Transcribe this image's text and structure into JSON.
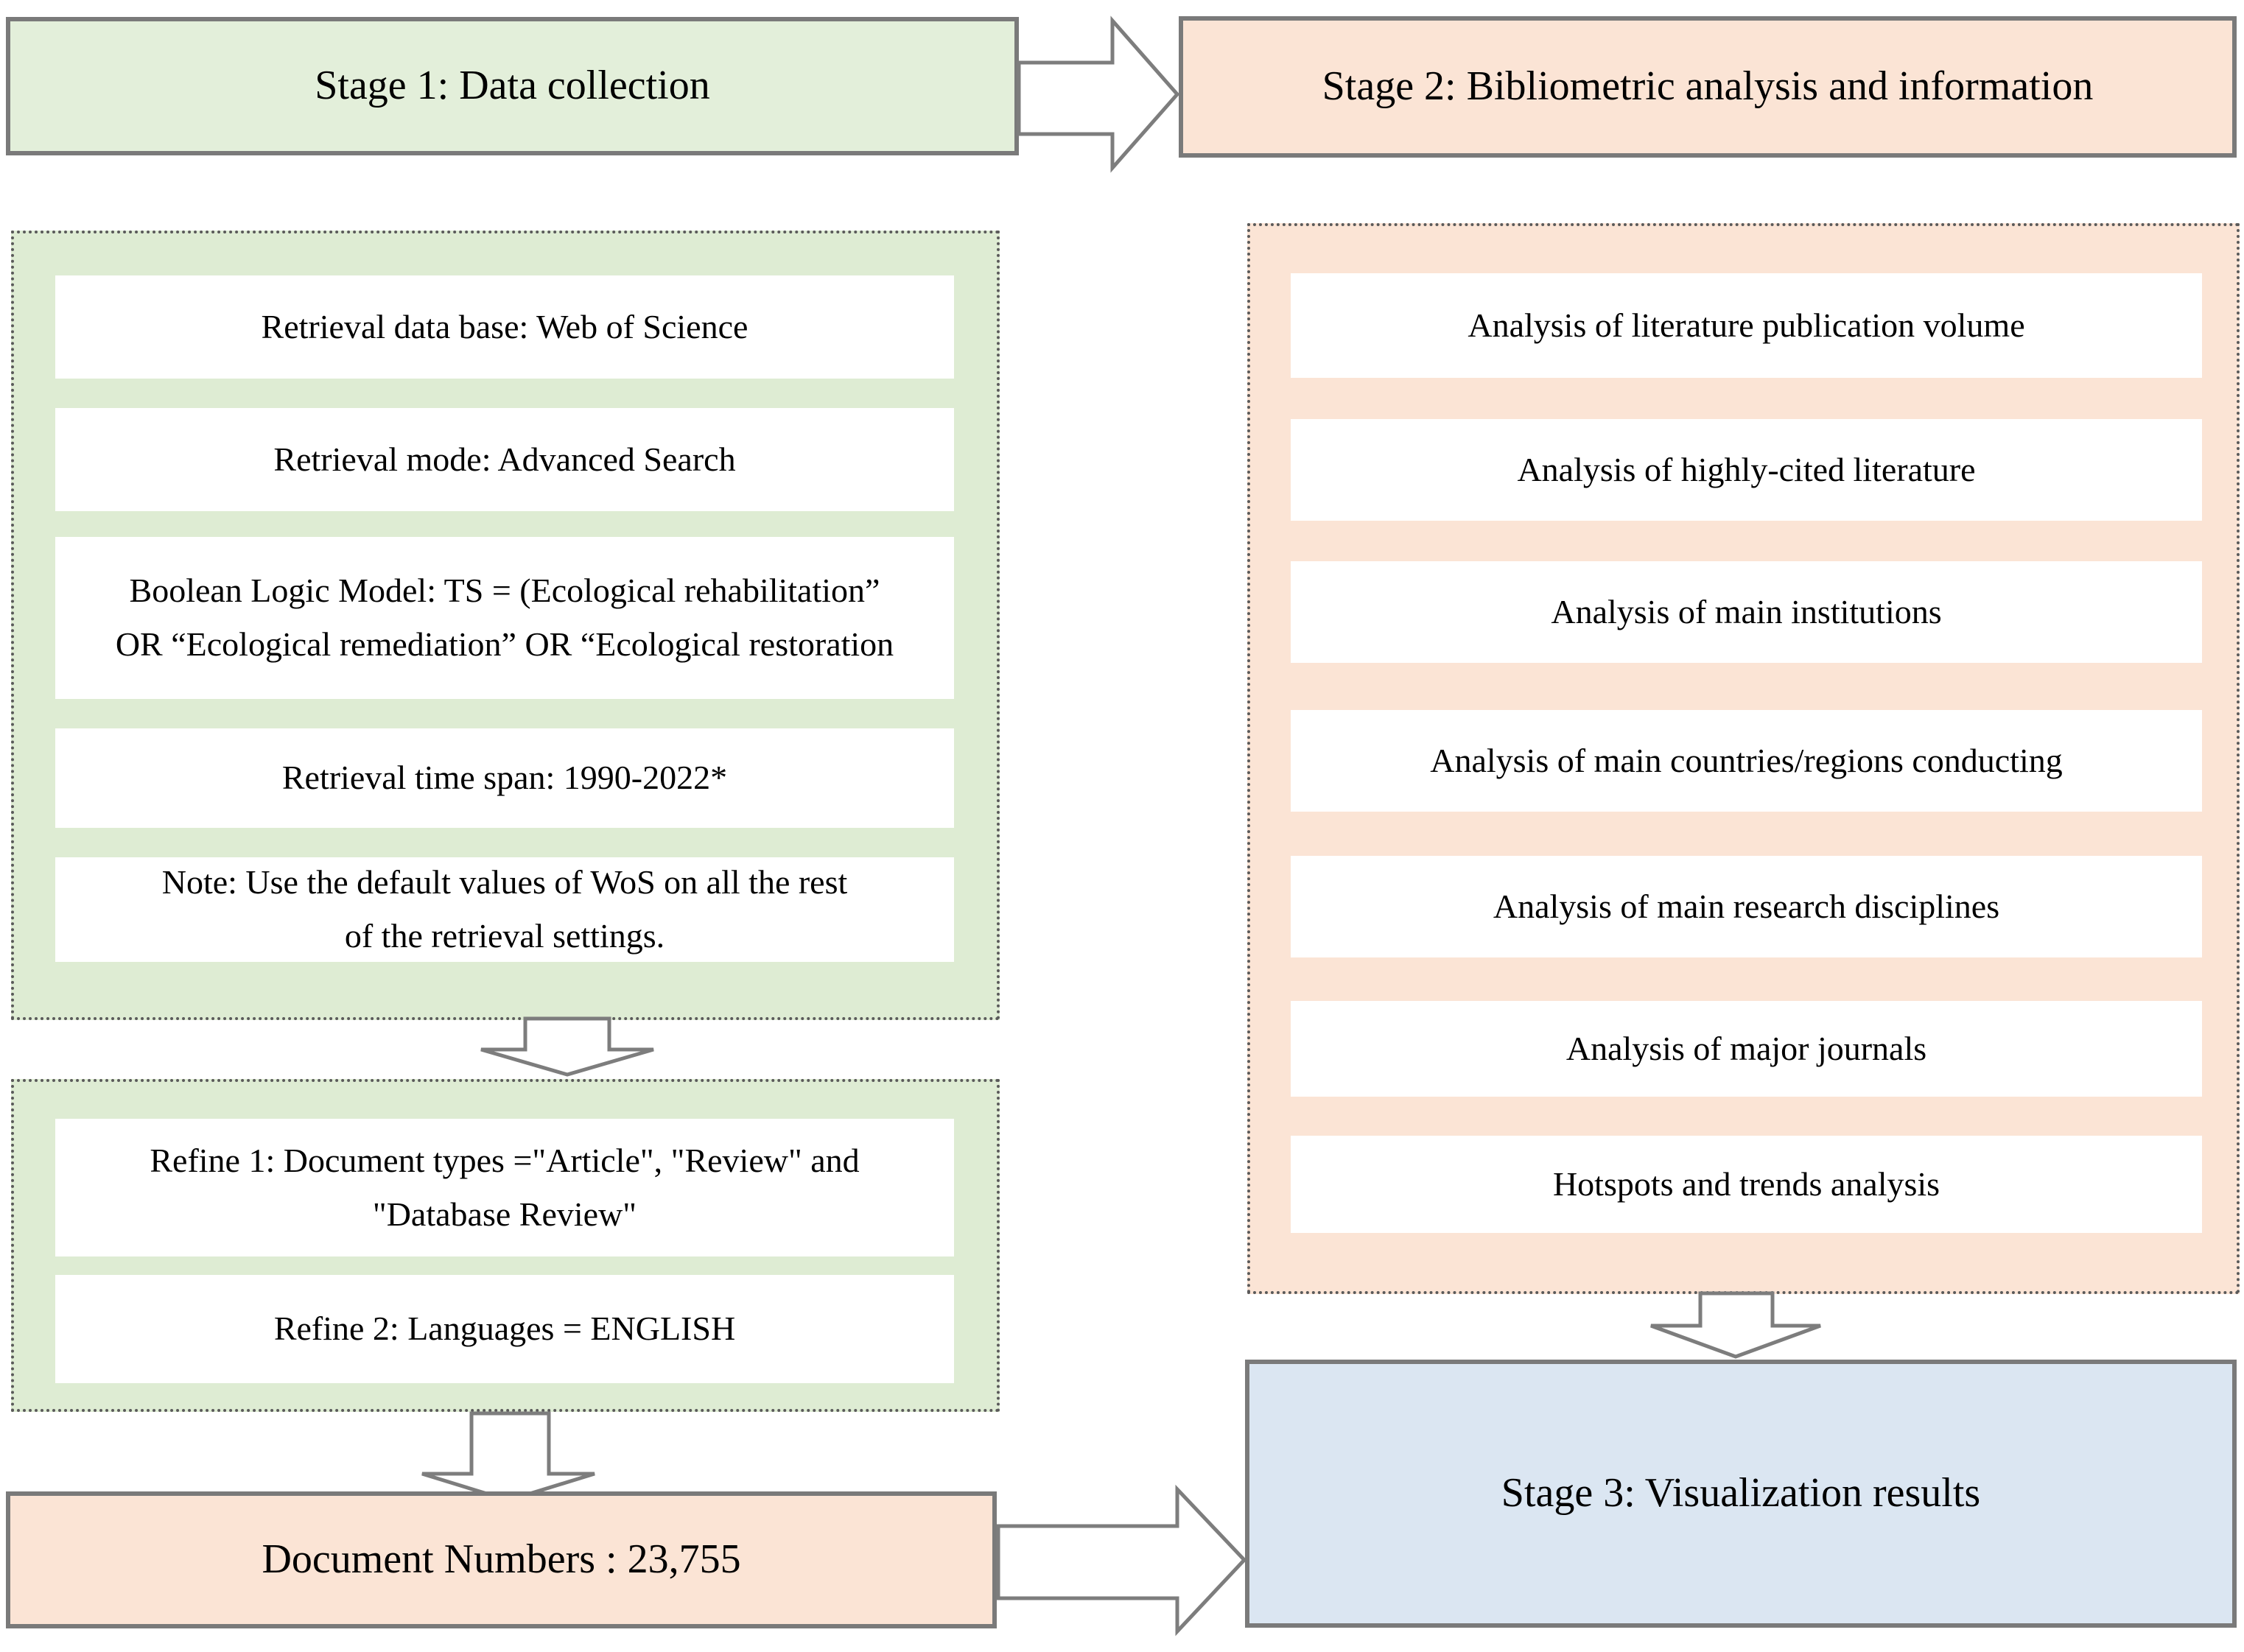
{
  "palette": {
    "green_fill": "#e3efda",
    "green_panel": "#deecd3",
    "peach_fill": "#fbe4d5",
    "blue_fill": "#dbe6f2",
    "border_gray": "#7a7a7a",
    "dotted_gray": "#5a5a5a",
    "arrow_outline": "#7d7d7d",
    "text": "#000000"
  },
  "stage1": {
    "title": "Stage 1: Data collection"
  },
  "stage2": {
    "title": "Stage 2:  Bibliometric analysis and information"
  },
  "stage3": {
    "title": "Stage 3: Visualization results"
  },
  "data_collection": {
    "steps": [
      "Retrieval data base: Web of Science",
      "Retrieval mode: Advanced Search",
      "Boolean Logic Model: TS = (Ecological rehabilitation” OR “Ecological remediation” OR “Ecological restoration",
      "Retrieval time span: 1990-2022*",
      "Note: Use the default values of  WoS on all the rest of the retrieval settings."
    ]
  },
  "refine": {
    "steps": [
      "Refine 1: Document types =\"Article\", \"Review\" and \"Database Review\"",
      "Refine 2: Languages = ENGLISH"
    ]
  },
  "document_numbers": {
    "label": "Document Numbers : 23,755"
  },
  "bibliometric_analysis": {
    "steps": [
      "Analysis of literature publication volume",
      "Analysis of highly-cited literature",
      "Analysis of main institutions",
      "Analysis of main countries/regions conducting",
      "Analysis of main research disciplines",
      "Analysis of major journals",
      "Hotspots and trends analysis"
    ]
  }
}
